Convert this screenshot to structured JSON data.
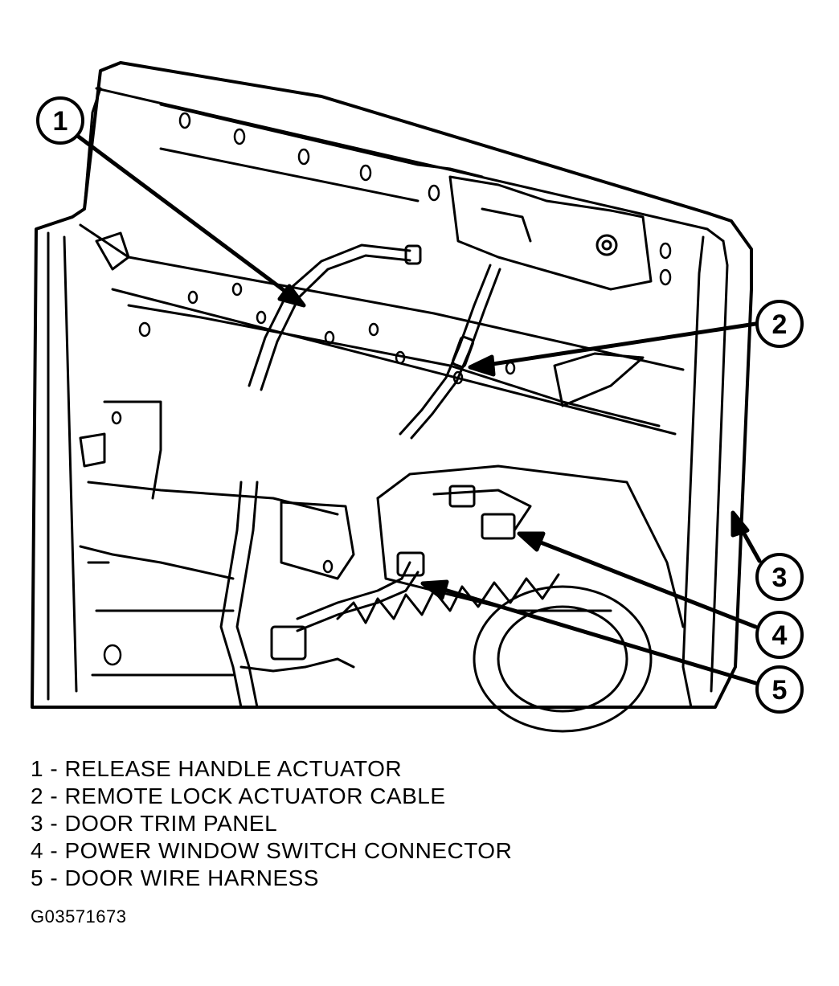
{
  "callouts": [
    {
      "number": "1"
    },
    {
      "number": "2"
    },
    {
      "number": "3"
    },
    {
      "number": "4"
    },
    {
      "number": "5"
    }
  ],
  "legend": [
    {
      "text": "1 - RELEASE HANDLE ACTUATOR"
    },
    {
      "text": "2 - REMOTE LOCK ACTUATOR CABLE"
    },
    {
      "text": "3 - DOOR TRIM PANEL"
    },
    {
      "text": "4 - POWER WINDOW SWITCH CONNECTOR"
    },
    {
      "text": "5 - DOOR WIRE HARNESS"
    }
  ],
  "figure_id": "G03571673"
}
